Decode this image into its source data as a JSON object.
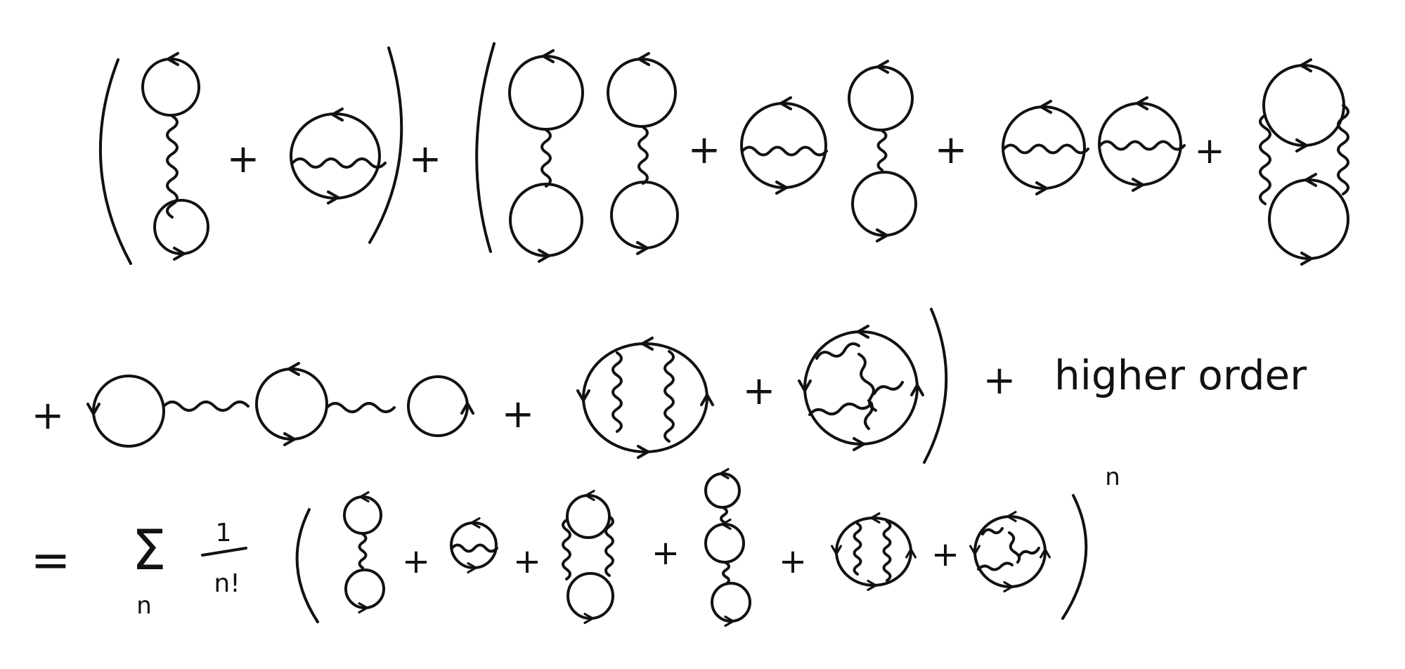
{
  "ink_color": "#111111",
  "background_color": "#ffffff",
  "operators": {
    "plus": "+",
    "equals": "=",
    "sum": "Σ",
    "sum_index": "n",
    "fraction_numerator": "1",
    "fraction_denominator": "n!",
    "exponent": "n"
  },
  "text": {
    "higher_order": "higher order"
  }
}
